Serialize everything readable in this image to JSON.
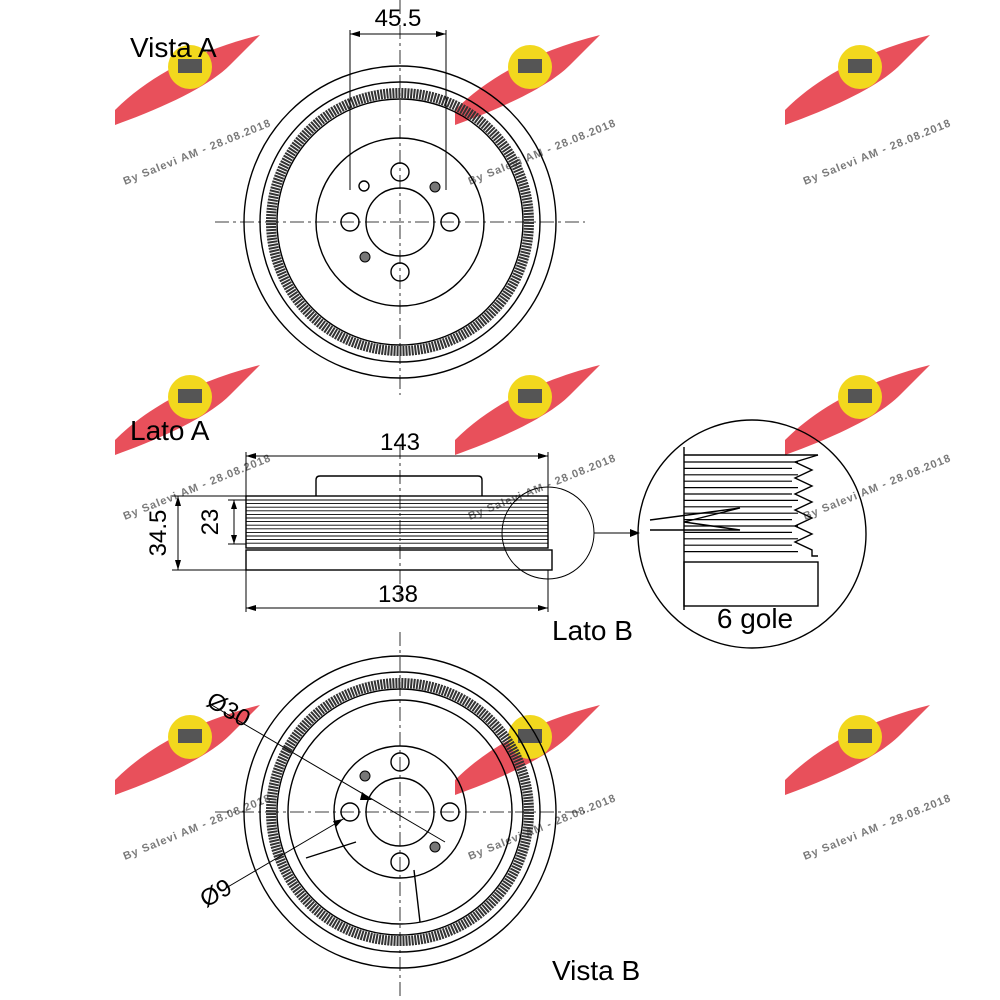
{
  "views": {
    "vista_a": "Vista A",
    "lato_a": "Lato A",
    "lato_b": "Lato B",
    "vista_b": "Vista B"
  },
  "dimensions": {
    "bolt_spacing": "45.5",
    "outer_width": "143",
    "base_width": "138",
    "total_height": "34.5",
    "groove_height": "23",
    "grooves": "6 gole",
    "bore_diameter": "Ø30",
    "hole_diameter": "Ø9"
  },
  "watermark": {
    "text": "By Salevi AM - 28.08.2018",
    "badge_color": "#e8505b",
    "disc_color": "#f2d81e"
  }
}
